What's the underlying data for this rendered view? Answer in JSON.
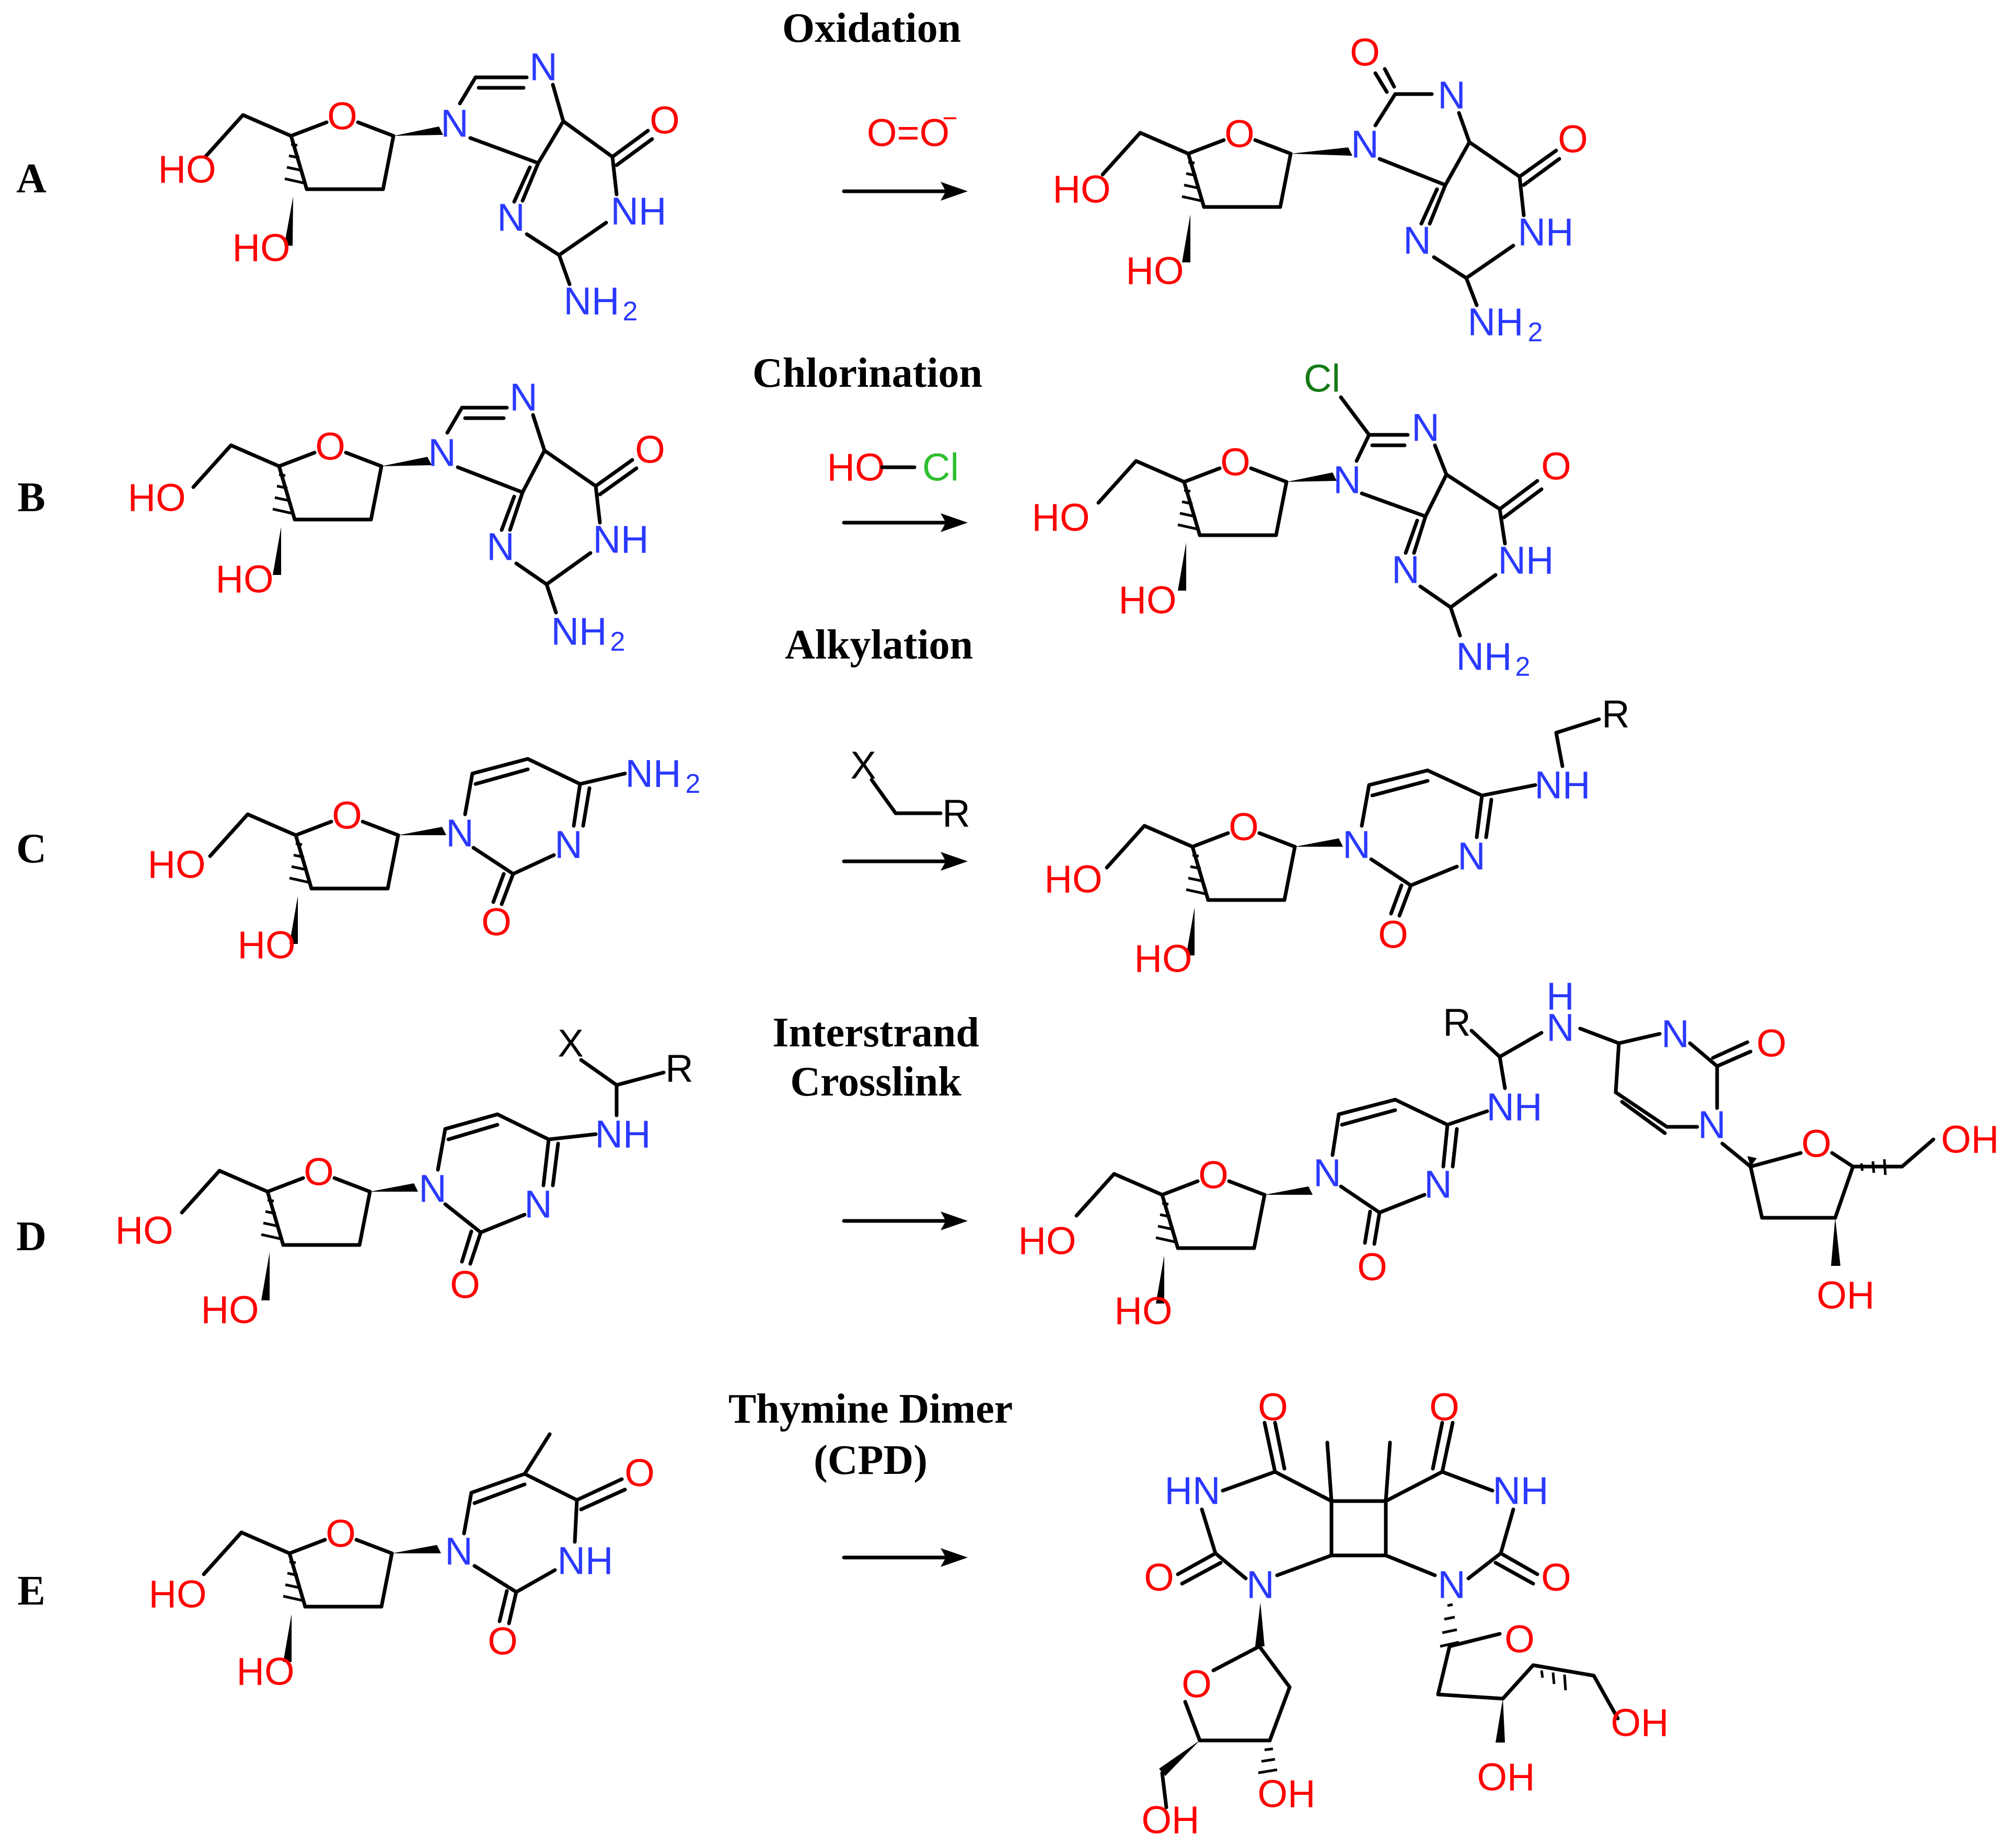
{
  "rows": [
    {
      "label": "A",
      "title": "Oxidation",
      "reagent": "O=O",
      "reagent_charge": "−"
    },
    {
      "label": "B",
      "title": "Chlorination",
      "reagent_ho": "HO",
      "reagent_cl": "Cl"
    },
    {
      "label": "C",
      "title": "Alkylation",
      "reagent_x": "X",
      "reagent_r": "R"
    },
    {
      "label": "D",
      "title_line1": "Interstrand",
      "title_line2": "Crosslink"
    },
    {
      "label": "E",
      "title_line1": "Thymine Dimer",
      "title_line2": "(CPD)"
    }
  ],
  "atoms": {
    "HO": "HO",
    "OH": "OH",
    "O": "O",
    "N": "N",
    "NH": "NH",
    "HN": "HN",
    "NH2": "NH",
    "sub2": "2",
    "Cl": "Cl",
    "R": "R",
    "X": "X",
    "H": "H"
  },
  "colors": {
    "oxygen": "#ff0000",
    "nitrogen": "#2a39ff",
    "chlorine": "#2fbe2f",
    "chlorine_product": "#147a14",
    "bond": "#000000"
  }
}
